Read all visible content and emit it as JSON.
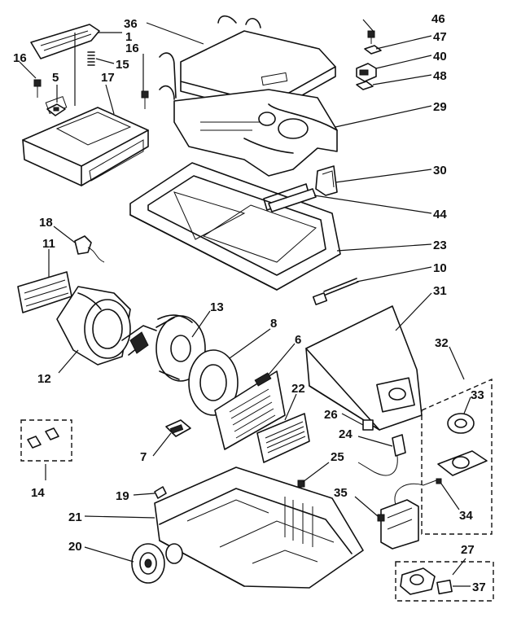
{
  "diagram": {
    "callouts": {
      "c36": "36",
      "c1": "1",
      "c16a": "16",
      "c16b": "16",
      "c15": "15",
      "c5": "5",
      "c17": "17",
      "c46": "46",
      "c47": "47",
      "c40": "40",
      "c48": "48",
      "c29": "29",
      "c30": "30",
      "c44": "44",
      "c23": "23",
      "c10": "10",
      "c18": "18",
      "c11": "11",
      "c13": "13",
      "c31": "31",
      "c8": "8",
      "c6": "6",
      "c12": "12",
      "c32": "32",
      "c22": "22",
      "c33": "33",
      "c26": "26",
      "c24": "24",
      "c7": "7",
      "c25": "25",
      "c14": "14",
      "c19": "19",
      "c35": "35",
      "c34": "34",
      "c21": "21",
      "c20": "20",
      "c27": "27",
      "c37": "37"
    }
  }
}
